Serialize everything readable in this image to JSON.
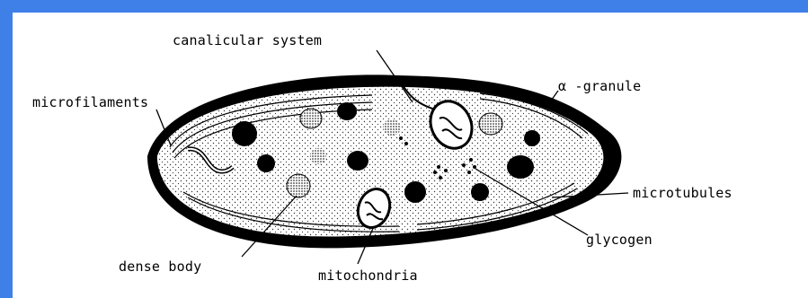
{
  "colors": {
    "background_border": "#3f7fe8",
    "panel": "#ffffff",
    "ink": "#000000",
    "stipple": "#555555"
  },
  "labels": {
    "canalicular_system": "canalicular system",
    "alpha_granule": "α -granule",
    "microfilaments": "microfilaments",
    "microtubules": "microtubules",
    "glycogen": "glycogen",
    "dense_body": "dense body",
    "mitochondria": "mitochondria"
  }
}
